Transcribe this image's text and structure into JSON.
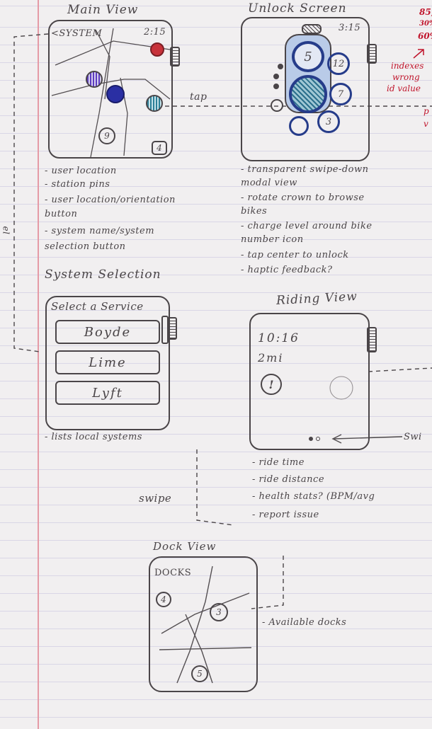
{
  "main_view": {
    "heading": "Main View",
    "system_label": "<SYSTEM",
    "time": "2:15",
    "dock_count_a": "9",
    "dock_count_b": "4",
    "tap_label": "tap",
    "notes": [
      "- user location",
      "- station pins",
      "- user location/orientation",
      "  button",
      "- system name/system",
      "  selection button"
    ],
    "colors": {
      "red_pin": "#c8323a",
      "blue_pin": "#2a2fa3",
      "purple_pin": "#4b3fb8",
      "teal_pin": "#2c7f97"
    }
  },
  "unlock_screen": {
    "heading": "Unlock Screen",
    "time": "3:15",
    "bike_numbers": [
      "5",
      "12",
      "7",
      "3"
    ],
    "notes": [
      "- transparent swipe-down",
      "  modal view",
      "- rotate crown to browse",
      "  bikes",
      "- charge level around bike",
      "  number icon",
      "- tap center to unlock",
      "- haptic feedback?"
    ]
  },
  "red_annotation": {
    "lines": [
      "85,",
      "30%",
      "60%",
      "indexes",
      "wrong",
      "id value"
    ],
    "side": [
      "p",
      "v"
    ]
  },
  "system_selection": {
    "heading": "System Selection",
    "title": "Select a Service",
    "options": [
      "Boyde",
      "Lime",
      "Lyft"
    ],
    "notes": [
      "- lists local systems"
    ]
  },
  "riding_view": {
    "heading": "Riding View",
    "time": "10:16",
    "distance": "2mi",
    "alert_icon": "!",
    "swipe_label": "Swi",
    "notes": [
      "- ride time",
      "- ride distance",
      "- health stats? (BPM/avg",
      "- report issue"
    ]
  },
  "dock_view": {
    "heading": "Dock View",
    "title": "DOCKS",
    "dock_counts": [
      "4",
      "3",
      "5"
    ],
    "swipe_label": "swipe",
    "notes": [
      "- Available docks"
    ]
  },
  "margin_marks": [
    "el"
  ]
}
